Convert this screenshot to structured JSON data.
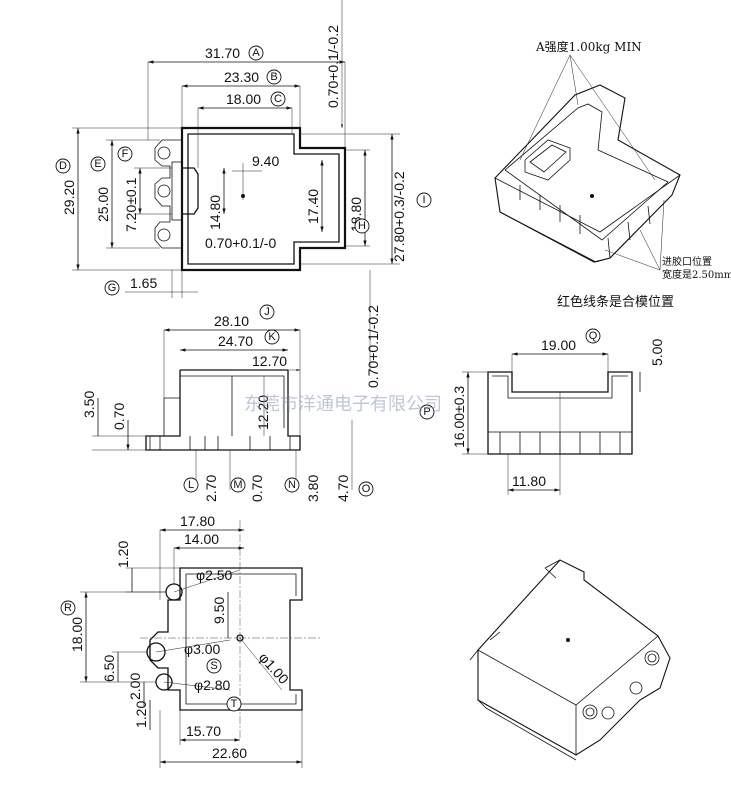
{
  "top_view": {
    "dims": {
      "w31_70": "31.70",
      "w23_30": "23.30",
      "w18_00": "18.00",
      "w9_40": "9.40",
      "h29_20": "29.20",
      "h25_00": "25.00",
      "h7_20": "7.20±0.1",
      "h14_80": "14.80",
      "h17_40": "17.40",
      "h18_80": "18.80",
      "h27_80": "27.80+0.3/-0.2",
      "wall_top": "0.70+0.1/-0.2",
      "wall_mid": "0.70+0.1/-0",
      "w1_65": "1.65"
    },
    "markers": {
      "A": "A",
      "B": "B",
      "C": "C",
      "D": "D",
      "E": "E",
      "F": "F",
      "G": "G",
      "H": "H",
      "I": "I"
    }
  },
  "iso_top": {
    "note_strength": "A强度1.00kg MIN",
    "note_gate_1": "进胶口位置",
    "note_gate_2": "宽度是2.50mm",
    "note_red_line": "红色线条是合模位置"
  },
  "front_view": {
    "dims": {
      "w28_10": "28.10",
      "w24_70": "24.70",
      "w12_70": "12.70",
      "h3_50": "3.50",
      "h0_70": "0.70",
      "h12_20": "12.20",
      "b2_70": "2.70",
      "b0_70": "0.70",
      "b3_80": "3.80",
      "b4_70": "4.70",
      "wall_side": "0.70+0.1/-0.2"
    },
    "markers": {
      "J": "J",
      "K": "K",
      "L": "L",
      "M": "M",
      "N": "N",
      "O": "O"
    }
  },
  "side_view": {
    "dims": {
      "w19_00": "19.00",
      "h5_00": "5.00",
      "h16_00": "16.00±0.3",
      "w11_80": "11.80"
    },
    "markers": {
      "P": "P",
      "Q": "Q"
    }
  },
  "bottom_view": {
    "dims": {
      "w17_80": "17.80",
      "w14_00": "14.00",
      "h1_20a": "1.20",
      "d2_50": "φ2.50",
      "h9_50": "9.50",
      "h18_00": "18.00",
      "d3_00": "φ3.00",
      "h6_50": "6.50",
      "h2_00": "2.00",
      "d2_80": "φ2.80",
      "h1_20b": "1.20",
      "d1_00": "φ1.00",
      "w15_70": "15.70",
      "w22_60": "22.60"
    },
    "markers": {
      "R": "R",
      "S": "S",
      "T": "T"
    }
  },
  "watermark": "东莞市洋通电子有限公司"
}
